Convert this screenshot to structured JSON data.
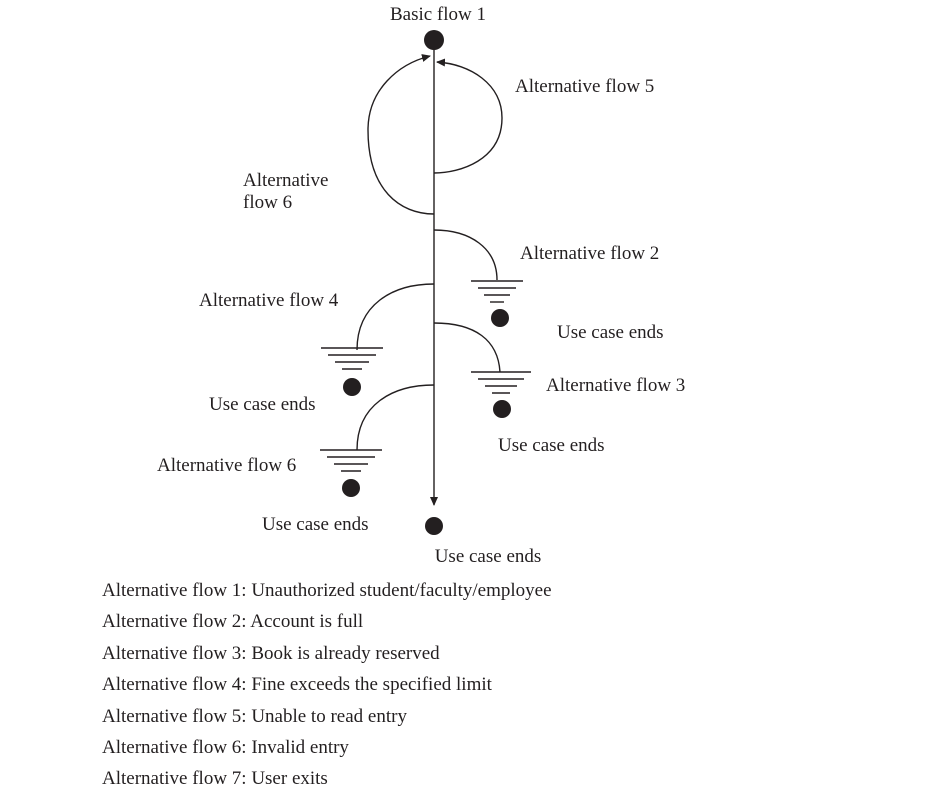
{
  "diagram": {
    "start_label": "Basic flow 1",
    "end_label": "Use case ends",
    "branches": [
      {
        "id": "af5",
        "label": "Alternative flow 5",
        "type": "loop"
      },
      {
        "id": "af6-top",
        "label_lines": [
          "Alternative",
          "flow 6"
        ],
        "type": "loop"
      },
      {
        "id": "af2",
        "label": "Alternative flow 2",
        "end_label": "Use case ends",
        "type": "exit"
      },
      {
        "id": "af4",
        "label": "Alternative flow 4",
        "end_label": "Use case ends",
        "type": "exit"
      },
      {
        "id": "af3",
        "label": "Alternative flow 3",
        "end_label": "Use case ends",
        "type": "exit"
      },
      {
        "id": "af6-bottom",
        "label": "Alternative flow 6",
        "end_label": "Use case ends",
        "type": "exit"
      }
    ]
  },
  "legend": [
    "Alternative flow 1: Unauthorized student/faculty/employee",
    "Alternative flow 2: Account is full",
    "Alternative flow 3: Book is already reserved",
    "Alternative flow 4: Fine exceeds the specified limit",
    "Alternative flow 5: Unable to read entry",
    "Alternative flow 6: Invalid entry",
    "Alternative flow 7: User exits"
  ],
  "colors": {
    "ink": "#231f20",
    "background": "#ffffff"
  }
}
